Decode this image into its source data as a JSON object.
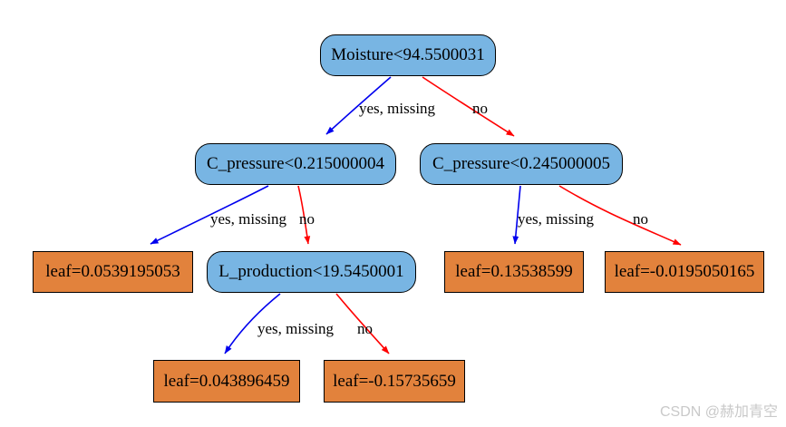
{
  "diagram": {
    "type": "decision-tree",
    "description": "XGBoost regression tree plot (graphviz style)",
    "colors": {
      "split_fill": "#78B5E3",
      "leaf_fill": "#E2823C",
      "yes_edge": "#0000EE",
      "no_edge": "#FF0000",
      "border": "#000000",
      "watermark": "#C9C9C9"
    },
    "nodes": [
      {
        "id": "root",
        "kind": "split",
        "label": "Moisture<94.5500031"
      },
      {
        "id": "n1",
        "kind": "split",
        "label": "C_pressure<0.215000004"
      },
      {
        "id": "n2",
        "kind": "split",
        "label": "C_pressure<0.245000005"
      },
      {
        "id": "leaf1",
        "kind": "leaf",
        "label": "leaf=0.0539195053"
      },
      {
        "id": "n3",
        "kind": "split",
        "label": "L_production<19.5450001"
      },
      {
        "id": "leaf2",
        "kind": "leaf",
        "label": "leaf=0.13538599"
      },
      {
        "id": "leaf3",
        "kind": "leaf",
        "label": "leaf=-0.0195050165"
      },
      {
        "id": "leaf4",
        "kind": "leaf",
        "label": "leaf=0.043896459"
      },
      {
        "id": "leaf5",
        "kind": "leaf",
        "label": "leaf=-0.15735659"
      }
    ],
    "edges": [
      {
        "from": "root",
        "to": "n1",
        "label": "yes, missing",
        "color": "#0000EE"
      },
      {
        "from": "root",
        "to": "n2",
        "label": "no",
        "color": "#FF0000"
      },
      {
        "from": "n1",
        "to": "leaf1",
        "label": "yes, missing",
        "color": "#0000EE"
      },
      {
        "from": "n1",
        "to": "n3",
        "label": "no",
        "color": "#FF0000"
      },
      {
        "from": "n2",
        "to": "leaf2",
        "label": "yes, missing",
        "color": "#0000EE"
      },
      {
        "from": "n2",
        "to": "leaf3",
        "label": "no",
        "color": "#FF0000"
      },
      {
        "from": "n3",
        "to": "leaf4",
        "label": "yes, missing",
        "color": "#0000EE"
      },
      {
        "from": "n3",
        "to": "leaf5",
        "label": "no",
        "color": "#FF0000"
      }
    ]
  },
  "watermark": {
    "text": "CSDN @赫加青空"
  }
}
